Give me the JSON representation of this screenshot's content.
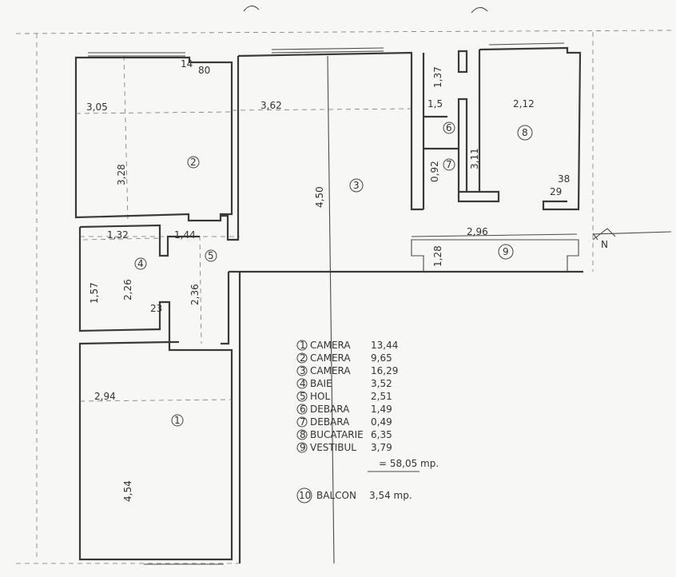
{
  "plan": {
    "dimensions": {
      "r1_width": "3,05",
      "r1_height": "3,28",
      "r3_width": "3,62",
      "r3_height": "4,50",
      "r7_height": "1,37",
      "r6_width": "1,5",
      "r8_width": "2,12",
      "r7_depth": "3,11",
      "small_a": "0,92",
      "bath_width": "1,32",
      "hall_top": "1,44",
      "r4_h1": "1,57",
      "r4_h2": "2,26",
      "hall_height": "2,36",
      "vest_width": "2,96",
      "vest_small": "1,28",
      "r2_width": "2,94",
      "r2_height": "4,54",
      "mark_14": "14",
      "mark_80": "80",
      "mark_23": "23",
      "mark_29": "29",
      "mark_38": "38"
    },
    "room_numbers": {
      "r1": "2",
      "r2": "1",
      "r3": "3",
      "r4": "4",
      "r5": "5",
      "r6": "6",
      "r7": "7",
      "r8": "8",
      "r9": "9"
    },
    "legend": [
      {
        "num": "1",
        "name": "CAMERA",
        "value": "13,44"
      },
      {
        "num": "2",
        "name": "CAMERA",
        "value": "9,65"
      },
      {
        "num": "3",
        "name": "CAMERA",
        "value": "16,29"
      },
      {
        "num": "4",
        "name": "BAIE",
        "value": "3,52"
      },
      {
        "num": "5",
        "name": "HOL",
        "value": "2,51"
      },
      {
        "num": "6",
        "name": "DEBARA",
        "value": "1,49"
      },
      {
        "num": "7",
        "name": "DEBARA",
        "value": "0,49"
      },
      {
        "num": "8",
        "name": "BUCATARIE",
        "value": "6,35"
      },
      {
        "num": "9",
        "name": "VESTIBUL",
        "value": "3,79"
      }
    ],
    "total": "= 58,05 mp.",
    "balcony": {
      "num": "10",
      "name": "BALCON",
      "value": "3,54 mp."
    },
    "north_mark": "N"
  }
}
